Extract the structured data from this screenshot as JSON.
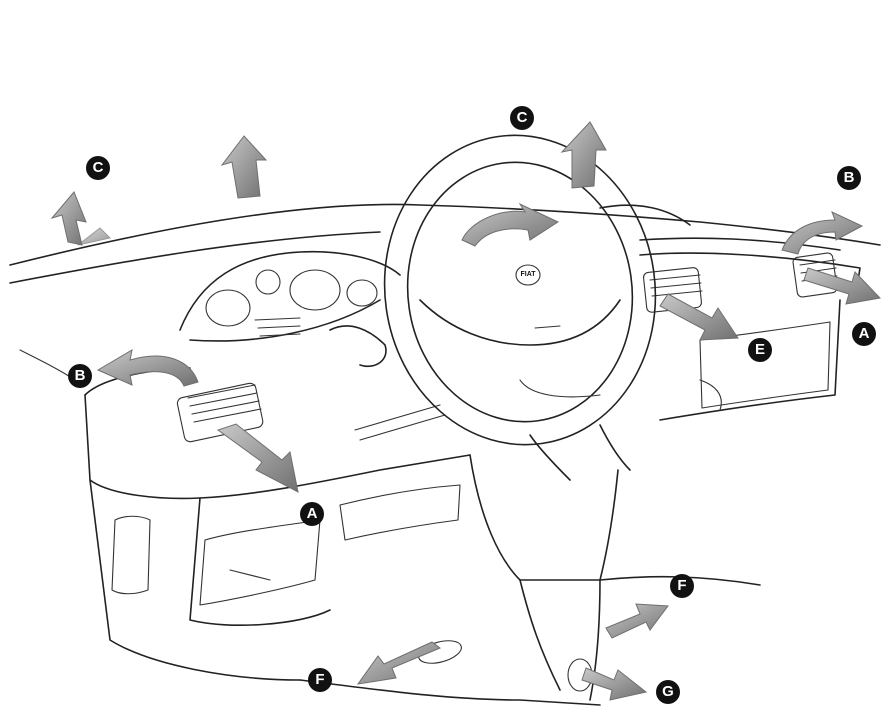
{
  "diagram": {
    "callouts": {
      "c_left": "C",
      "c_center": "C",
      "b_right": "B",
      "a_right": "A",
      "e_right": "E",
      "b_left": "B",
      "a_left": "A",
      "f_right": "F",
      "f_left": "F",
      "g_right": "G"
    },
    "arrow_color": "#8c8c8c",
    "badge_color": "#111111",
    "line_color": "#222222",
    "icons": [
      "steering-wheel-icon",
      "fiat-logo"
    ]
  },
  "logo_text": "FIAT"
}
